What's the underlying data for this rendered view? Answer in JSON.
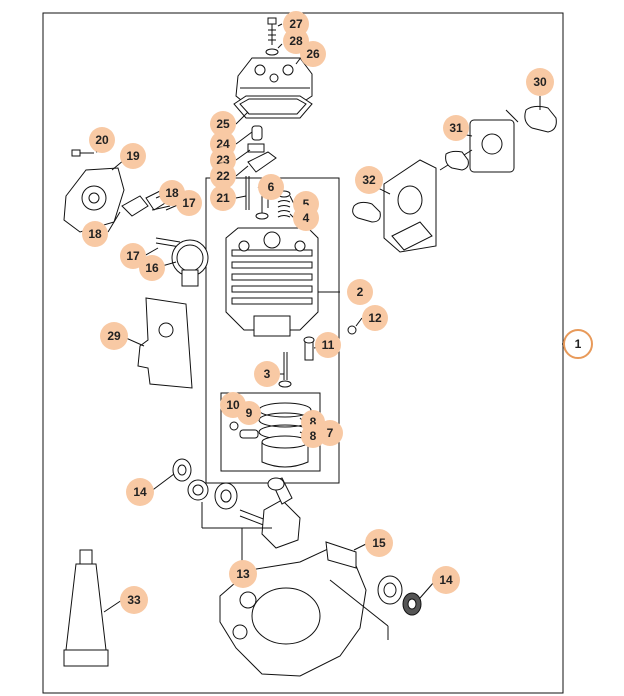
{
  "diagram": {
    "colors": {
      "callout_fill": "#f8c9a4",
      "callout_text": "#222222",
      "line": "#111111"
    },
    "callouts": {
      "c1": "1",
      "c2": "2",
      "c3": "3",
      "c4": "4",
      "c5": "5",
      "c6": "6",
      "c7": "7",
      "c8a": "8",
      "c8b": "8",
      "c9": "9",
      "c10": "10",
      "c11": "11",
      "c12": "12",
      "c13": "13",
      "c14a": "14",
      "c14b": "14",
      "c15": "15",
      "c16": "16",
      "c17a": "17",
      "c17b": "17",
      "c18a": "18",
      "c18b": "18",
      "c19": "19",
      "c20": "20",
      "c21": "21",
      "c22": "22",
      "c23": "23",
      "c24": "24",
      "c25": "25",
      "c26": "26",
      "c27": "27",
      "c28": "28",
      "c29": "29",
      "c30": "30",
      "c31": "31",
      "c32": "32",
      "c33": "33"
    }
  }
}
